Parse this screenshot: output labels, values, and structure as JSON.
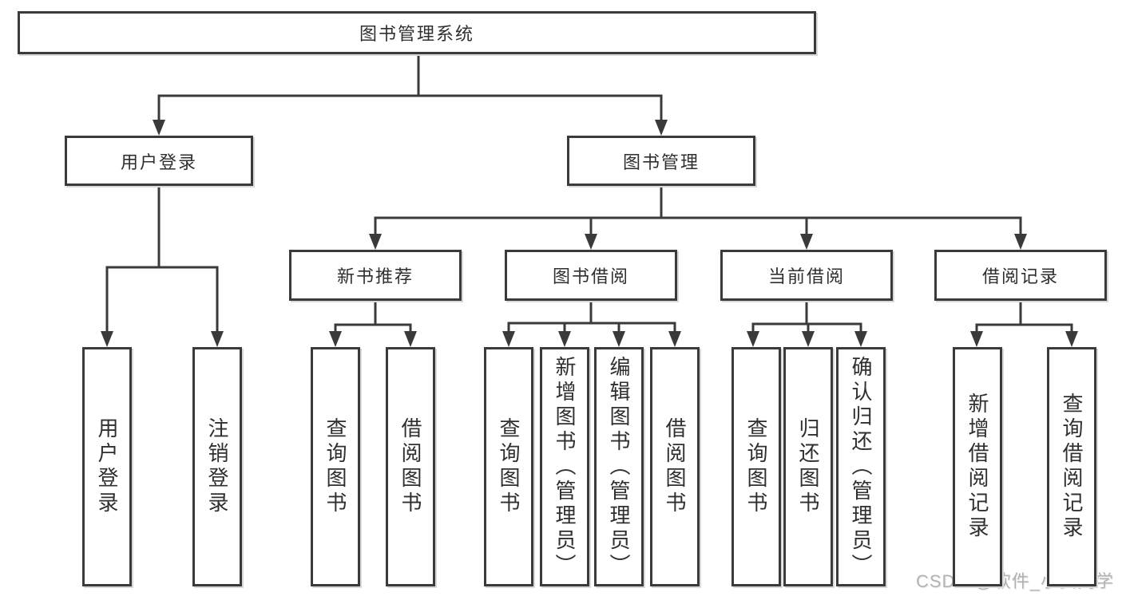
{
  "diagram": {
    "type": "hierarchy",
    "title": "图书管理系统",
    "nodes": [
      {
        "id": "root",
        "label": "图书管理系统",
        "level": 0,
        "parent": null
      },
      {
        "id": "user-login",
        "label": "用户登录",
        "level": 1,
        "parent": "root"
      },
      {
        "id": "book-mgmt",
        "label": "图书管理",
        "level": 1,
        "parent": "root"
      },
      {
        "id": "new-book-rec",
        "label": "新书推荐",
        "level": 2,
        "parent": "book-mgmt"
      },
      {
        "id": "book-borrow",
        "label": "图书借阅",
        "level": 2,
        "parent": "book-mgmt"
      },
      {
        "id": "current-borrow",
        "label": "当前借阅",
        "level": 2,
        "parent": "book-mgmt"
      },
      {
        "id": "borrow-records",
        "label": "借阅记录",
        "level": 2,
        "parent": "book-mgmt"
      },
      {
        "id": "leaf-user-login",
        "label": "用户登录",
        "level": 3,
        "parent": "user-login"
      },
      {
        "id": "leaf-logout",
        "label": "注销登录",
        "level": 3,
        "parent": "user-login"
      },
      {
        "id": "leaf-query-book-1",
        "label": "查询图书",
        "level": 3,
        "parent": "new-book-rec"
      },
      {
        "id": "leaf-borrow-book-1",
        "label": "借阅图书",
        "level": 3,
        "parent": "new-book-rec"
      },
      {
        "id": "leaf-query-book-2",
        "label": "查询图书",
        "level": 3,
        "parent": "book-borrow"
      },
      {
        "id": "leaf-add-book",
        "label": "新增图书（管理员）",
        "level": 3,
        "parent": "book-borrow"
      },
      {
        "id": "leaf-edit-book",
        "label": "编辑图书（管理员）",
        "level": 3,
        "parent": "book-borrow"
      },
      {
        "id": "leaf-borrow-book-2",
        "label": "借阅图书",
        "level": 3,
        "parent": "book-borrow"
      },
      {
        "id": "leaf-query-book-3",
        "label": "查询图书",
        "level": 3,
        "parent": "current-borrow"
      },
      {
        "id": "leaf-return-book",
        "label": "归还图书",
        "level": 3,
        "parent": "current-borrow"
      },
      {
        "id": "leaf-confirm-return",
        "label": "确认归还（管理员）",
        "level": 3,
        "parent": "current-borrow"
      },
      {
        "id": "leaf-add-borrow-record",
        "label": "新增借阅记录",
        "level": 3,
        "parent": "borrow-records"
      },
      {
        "id": "leaf-query-borrow-record",
        "label": "查询借阅记录",
        "level": 3,
        "parent": "borrow-records"
      }
    ],
    "watermark": "CSDN @软件_小贺同学",
    "colors": {
      "line": "#3a3a3a",
      "box_border": "#3a3a3a",
      "text": "#2f2f2f",
      "watermark": "#b3b3b3",
      "background": "#ffffff"
    }
  }
}
